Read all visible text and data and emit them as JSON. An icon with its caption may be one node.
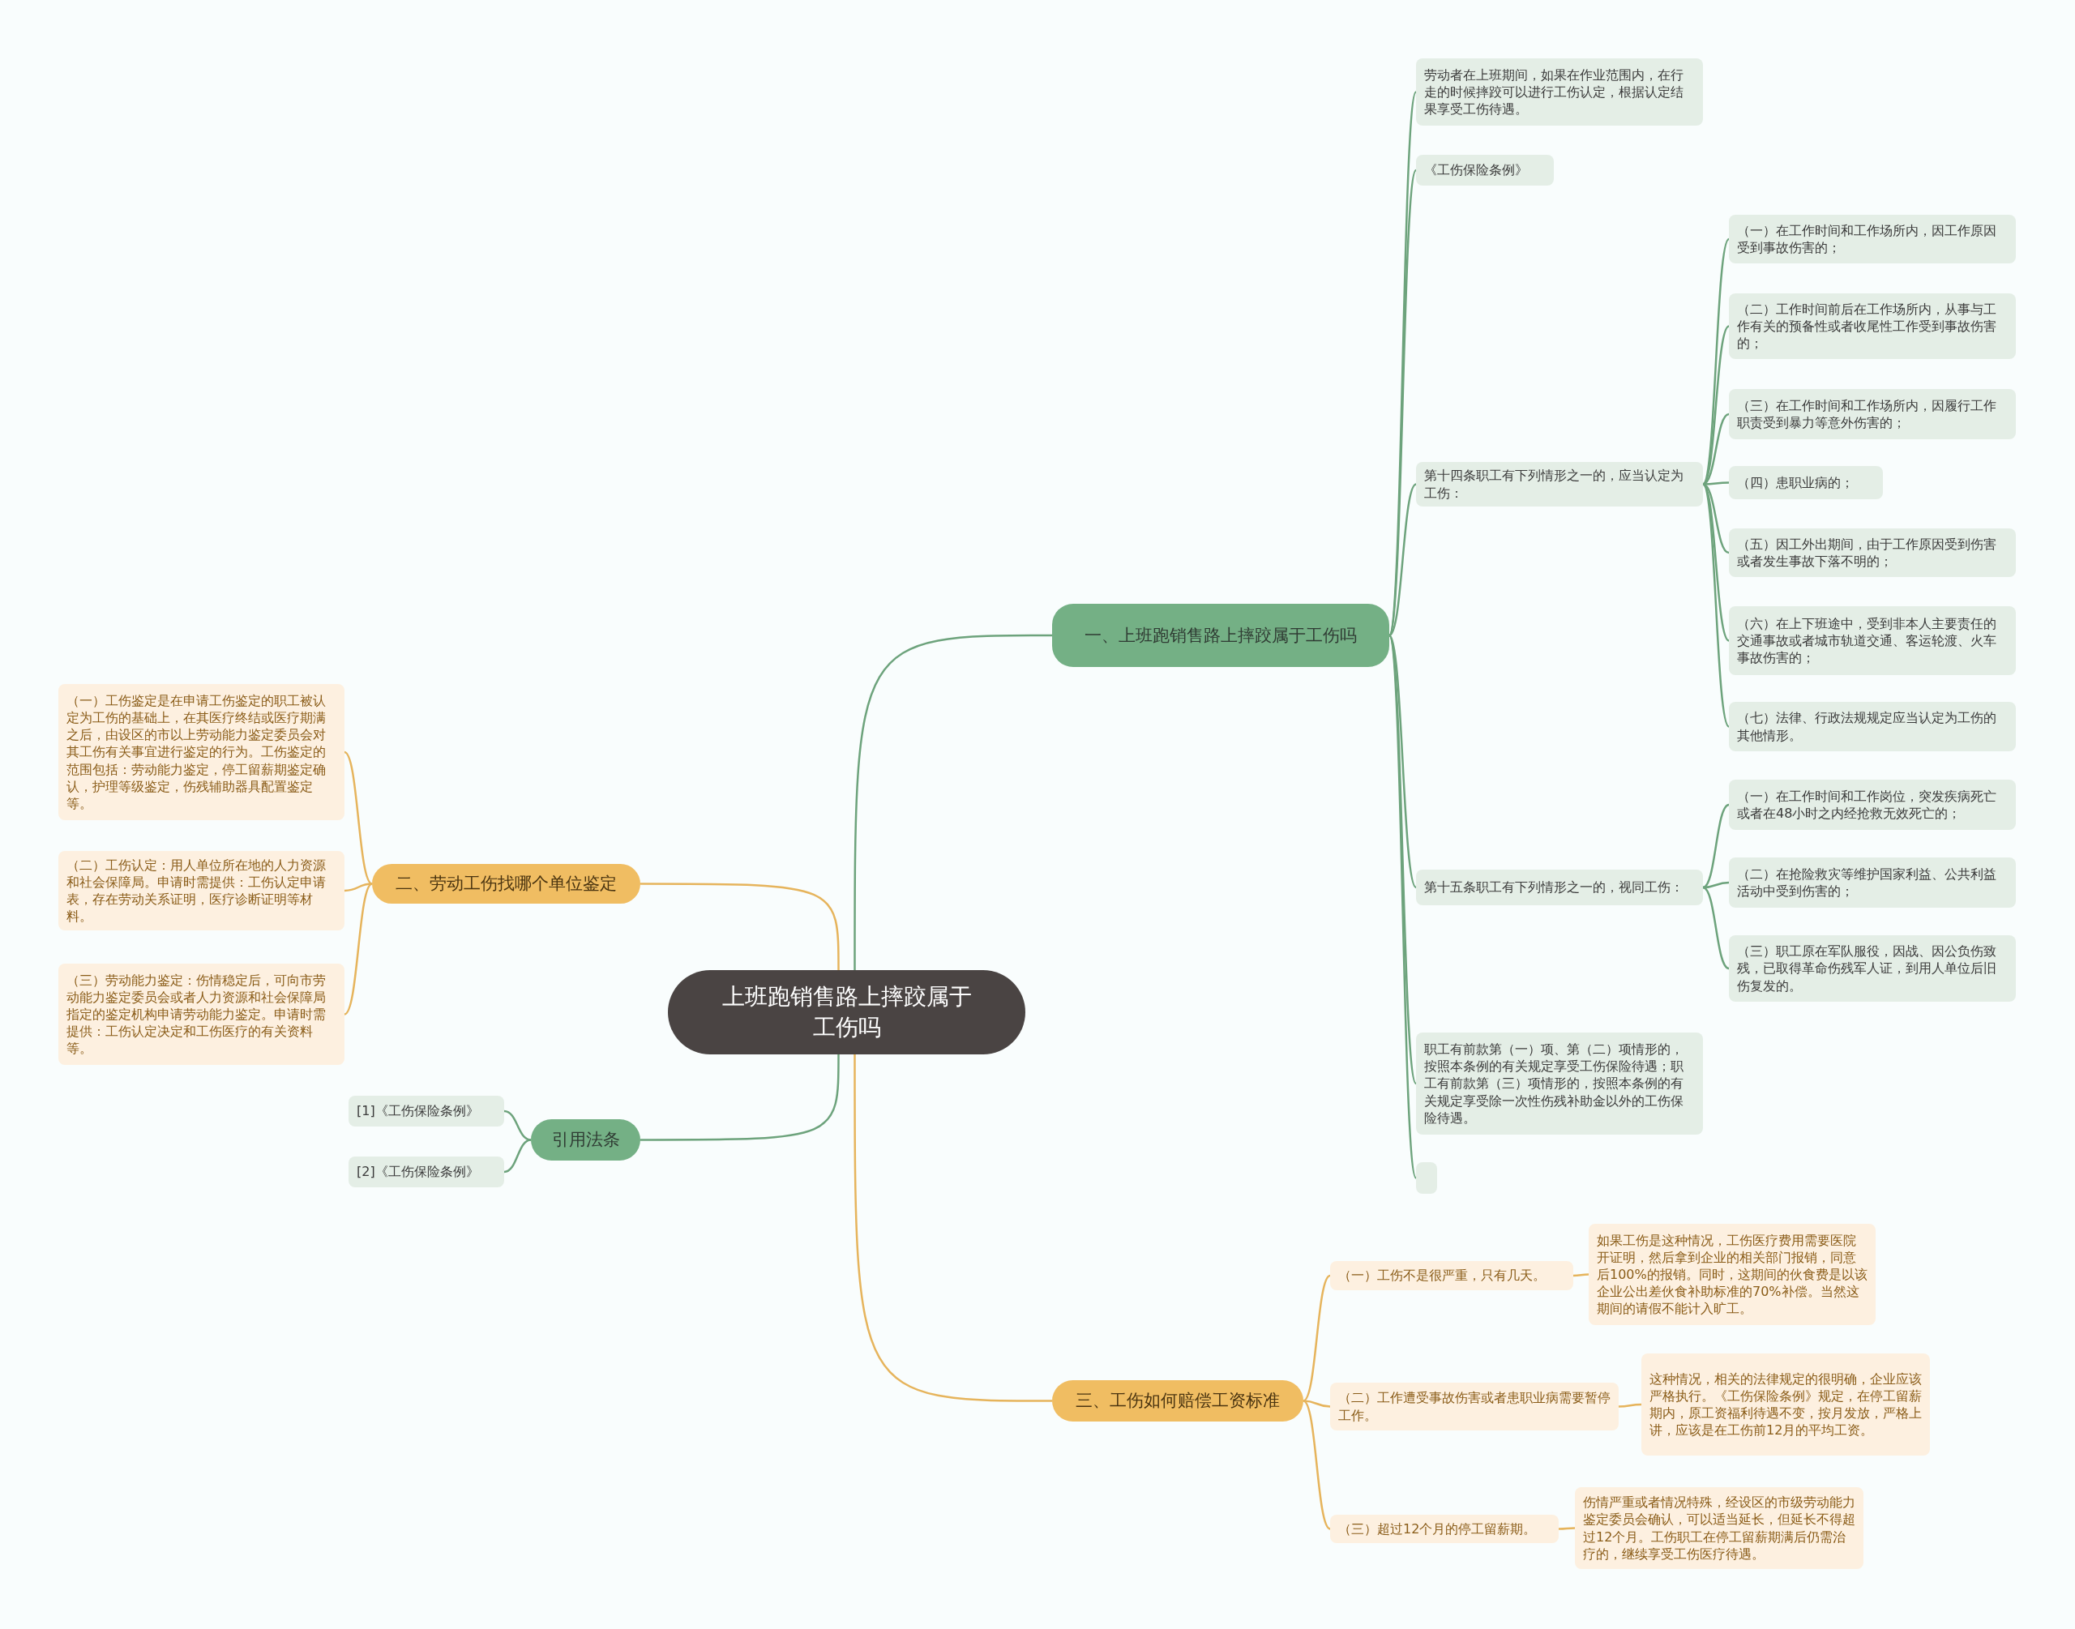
{
  "diagram": {
    "nodes": [
      {
        "text": [
          "上班跑销售路上摔跤属于工伤吗"
        ]
      },
      {
        "text": [
          "一、上班跑销售路上摔跤属于工伤吗"
        ]
      },
      {
        "text": [
          "劳动者在上班期间，如果在作业范围内，在行走的时候摔跤可以进行工伤认定，根据认定结果享受工伤待遇。"
        ]
      },
      {
        "text": [
          "《工伤保险条例》"
        ]
      },
      {
        "text": [
          "第十四条职工有下列情形之一的，应当认定为工伤："
        ]
      },
      {
        "text": [
          "（一）在工作时间和工作场所内，因工作原因受到事故伤害的；"
        ]
      },
      {
        "text": [
          "（二）工作时间前后在工作场所内，从事与工作有关的预备性或者收尾性工作受到事故伤害的；"
        ]
      },
      {
        "text": [
          "（三）在工作时间和工作场所内，因履行工作职责受到暴力等意外伤害的；"
        ]
      },
      {
        "text": [
          "（四）患职业病的；"
        ]
      },
      {
        "text": [
          "（五）因工外出期间，由于工作原因受到伤害或者发生事故下落不明的；"
        ]
      },
      {
        "text": [
          "（六）在上下班途中，受到非本人主要责任的交通事故或者城市轨道交通、客运轮渡、火车事故伤害的；"
        ]
      },
      {
        "text": [
          "（七）法律、行政法规规定应当认定为工伤的其他情形。"
        ]
      },
      {
        "text": [
          "第十五条职工有下列情形之一的，视同工伤："
        ]
      },
      {
        "text": [
          "（一）在工作时间和工作岗位，突发疾病死亡或者在48小时之内经抢救无效死亡的；"
        ]
      },
      {
        "text": [
          "（二）在抢险救灾等维护国家利益、公共利益活动中受到伤害的；"
        ]
      },
      {
        "text": [
          "（三）职工原在军队服役，因战、因公负伤致残，已取得革命伤残军人证，到用人单位后旧伤复发的。"
        ]
      },
      {
        "text": [
          "职工有前款第（一）项、第（二）项情形的，按照本条例的有关规定享受工伤保险待遇；职工有前款第（三）项情形的，按照本条例的有关规定享受除一次性伤残补助金以外的工伤保险待遇。"
        ]
      },
      {
        "text": [],
        "shape": "box"
      },
      {
        "text": [
          "二、劳动工伤找哪个单位鉴定"
        ]
      },
      {
        "text": [
          "（一）工伤鉴定是在申请工伤鉴定的职工被认定为工伤的基础上，在其医疗终结或医疗期满之后，由设区的市以上劳动能力鉴定委员会对其工伤有关事宜进行鉴定的行为。工伤鉴定的范围包括：劳动能力鉴定，停工留薪期鉴定确认，护理等级鉴定，伤残辅助器具配置鉴定等。"
        ]
      },
      {
        "text": [
          "（二）工伤认定：用人单位所在地的人力资源和社会保障局。申请时需提供：工伤认定申请表，存在劳动关系证明，医疗诊断证明等材料。"
        ]
      },
      {
        "text": [
          "（三）劳动能力鉴定：伤情稳定后，可向市劳动能力鉴定委员会或者人力资源和社会保障局指定的鉴定机构申请劳动能力鉴定。申请时需提供：工伤认定决定和工伤医疗的有关资料等。"
        ]
      },
      {
        "text": [
          "引用法条"
        ]
      },
      {
        "text": [
          "[1]《工伤保险条例》"
        ]
      },
      {
        "text": [
          "[2]《工伤保险条例》"
        ]
      },
      {
        "text": [
          "三、工伤如何赔偿工资标准"
        ]
      },
      {
        "text": [
          "（一）工伤不是很严重，只有几天。"
        ]
      },
      {
        "text": [
          "如果工伤是这种情况，工伤医疗费用需要医院开证明，然后拿到企业的相关部门报销，同意后100%的报销。同时，这期间的伙食费是以该企业公出差伙食补助标准的70%补偿。当然这期间的请假不能计入旷工。"
        ]
      },
      {
        "text": [
          "（二）工作遭受事故伤害或者患职业病需要暂停工作。"
        ]
      },
      {
        "text": [
          "这种情况，相关的法律规定的很明确，企业应该严格执行。《工伤保险条例》规定，在停工留薪期内，原工资福利待遇不变，按月发放，严格上讲，应该是在工伤前12月的平均工资。"
        ]
      },
      {
        "text": [
          "（三）超过12个月的停工留薪期。"
        ]
      },
      {
        "text": [
          "伤情严重或者情况特殊，经设区的市级劳动能力鉴定委员会确认，可以适当延长，但延长不得超过12个月。工伤职工在停工留薪期满后仍需治疗的，继续享受工伤医疗待遇。"
        ]
      }
    ],
    "edges": [
      {
        "from": 0,
        "to": 1,
        "arrow": "none"
      },
      {
        "from": 1,
        "to": 2,
        "arrow": "none"
      },
      {
        "from": 1,
        "to": 3,
        "arrow": "none"
      },
      {
        "from": 1,
        "to": 4,
        "arrow": "none"
      },
      {
        "from": 4,
        "to": 5,
        "arrow": "none"
      },
      {
        "from": 4,
        "to": 6,
        "arrow": "none"
      },
      {
        "from": 4,
        "to": 7,
        "arrow": "none"
      },
      {
        "from": 4,
        "to": 8,
        "arrow": "none"
      },
      {
        "from": 4,
        "to": 9,
        "arrow": "none"
      },
      {
        "from": 4,
        "to": 10,
        "arrow": "none"
      },
      {
        "from": 4,
        "to": 11,
        "arrow": "none"
      },
      {
        "from": 1,
        "to": 12,
        "arrow": "none"
      },
      {
        "from": 12,
        "to": 13,
        "arrow": "none"
      },
      {
        "from": 12,
        "to": 14,
        "arrow": "none"
      },
      {
        "from": 12,
        "to": 15,
        "arrow": "none"
      },
      {
        "from": 1,
        "to": 16,
        "arrow": "none"
      },
      {
        "from": 1,
        "to": 17,
        "arrow": "none"
      },
      {
        "from": 0,
        "to": 18,
        "arrow": "none",
        "color": "#e6b45c"
      },
      {
        "from": 18,
        "to": 19,
        "arrow": "none",
        "color": "#e6b45c"
      },
      {
        "from": 18,
        "to": 20,
        "arrow": "none",
        "color": "#e6b45c"
      },
      {
        "from": 18,
        "to": 21,
        "arrow": "none",
        "color": "#e6b45c"
      },
      {
        "from": 0,
        "to": 22,
        "arrow": "none"
      },
      {
        "from": 22,
        "to": 23,
        "arrow": "none"
      },
      {
        "from": 22,
        "to": 24,
        "arrow": "none"
      },
      {
        "from": 0,
        "to": 25,
        "arrow": "none",
        "color": "#e6b45c"
      },
      {
        "from": 25,
        "to": 26,
        "arrow": "none",
        "color": "#e6b45c"
      },
      {
        "from": 26,
        "to": 27,
        "arrow": "none",
        "color": "#e6b45c"
      },
      {
        "from": 25,
        "to": 28,
        "arrow": "none",
        "color": "#e6b45c"
      },
      {
        "from": 28,
        "to": 29,
        "arrow": "none",
        "color": "#e6b45c"
      },
      {
        "from": 25,
        "to": 30,
        "arrow": "none",
        "color": "#e6b45c"
      },
      {
        "from": 30,
        "to": 31,
        "arrow": "none",
        "color": "#e6b45c"
      }
    ]
  }
}
